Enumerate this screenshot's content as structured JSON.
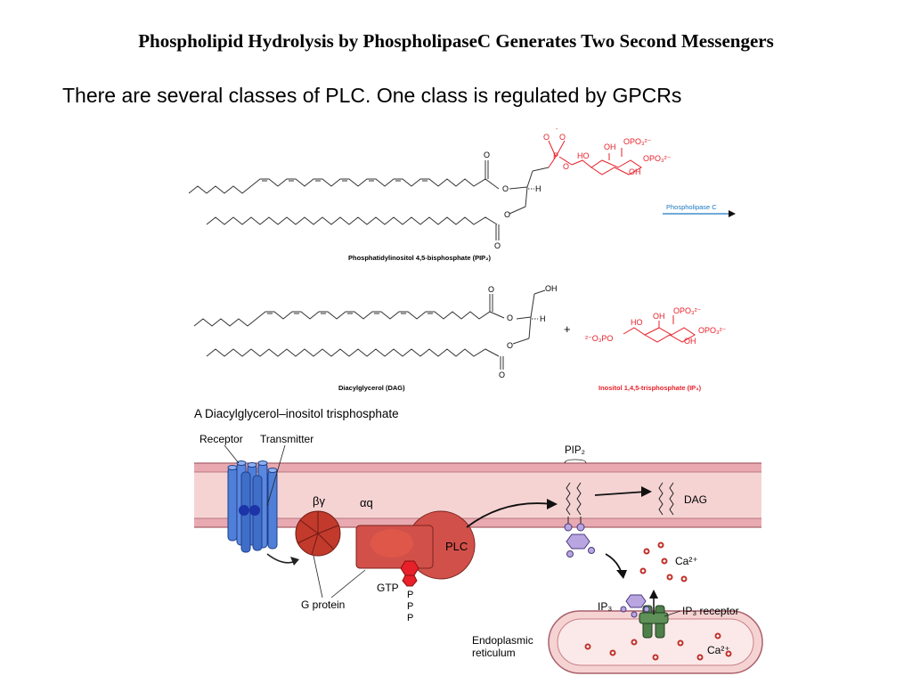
{
  "slide": {
    "title": "Phospholipid Hydrolysis by PhospholipaseC Generates Two Second Messengers",
    "subtitle": "There are several classes of PLC.  One class is regulated by GPCRs"
  },
  "reaction": {
    "enzyme": "Phospholipase C",
    "substrate_caption": "Phosphatidylinositol 4,5-bisphosphate (PIP₂)",
    "product1_caption": "Diacylglycerol (DAG)",
    "product2_caption": "Inositol 1,4,5-trisphosphate (IP₃)",
    "plus": "+",
    "atoms": {
      "O": "O",
      "H": "H",
      "OH": "OH",
      "HO": "HO",
      "P": "P",
      "OPO3": "OPO₃²⁻",
      "O3PO": "²⁻O₃PO",
      "Ominus": "O⁻"
    }
  },
  "pathway": {
    "panel_title": "A  Diacylglycerol–inositol trisphosphate",
    "receptor": "Receptor",
    "transmitter": "Transmitter",
    "beta_gamma": "βγ",
    "alpha_q": "αq",
    "plc": "PLC",
    "gtp": "GTP",
    "p": "P",
    "g_protein": "G protein",
    "pip2": "PIP₂",
    "dag": "DAG",
    "ca": "Ca²⁺",
    "ip3": "IP₃",
    "ip3_receptor": "IP₃ receptor",
    "er_line1": "Endoplasmic",
    "er_line2": "reticulum"
  },
  "colors": {
    "headgroup_red": "#e8202a",
    "enzyme_arrow_blue": "#1a78c2",
    "membrane_pink": "#f3c9c9",
    "receptor_blue": "#4f7fd8",
    "g_protein_red": "#c23a2c",
    "plc_red": "#d2504a",
    "ip3_purple": "#b9a6e0",
    "channel_green": "#4f7f4a"
  }
}
